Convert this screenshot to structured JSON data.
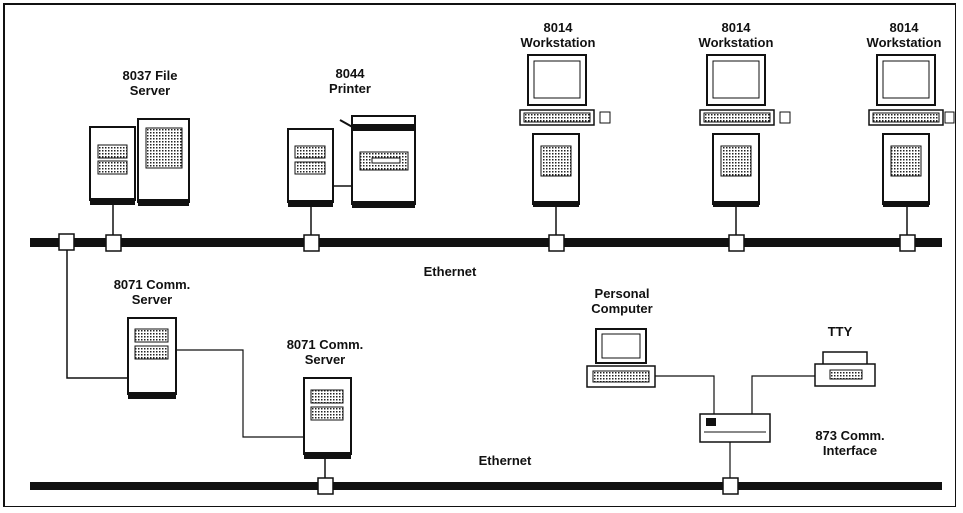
{
  "nodes": {
    "file_server": {
      "line1": "8037 File",
      "line2": "Server"
    },
    "printer": {
      "line1": "8044",
      "line2": "Printer"
    },
    "workstation_1": {
      "line1": "8014",
      "line2": "Workstation"
    },
    "workstation_2": {
      "line1": "8014",
      "line2": "Workstation"
    },
    "workstation_3": {
      "line1": "8014",
      "line2": "Workstation"
    },
    "comm_server_1": {
      "line1": "8071 Comm.",
      "line2": "Server"
    },
    "comm_server_2": {
      "line1": "8071 Comm.",
      "line2": "Server"
    },
    "personal_computer": {
      "line1": "Personal",
      "line2": "Computer"
    },
    "tty": {
      "line1": "TTY"
    },
    "comm_interface": {
      "line1": "873 Comm.",
      "line2": "Interface"
    }
  },
  "networks": {
    "top": "Ethernet",
    "bottom": "Ethernet"
  }
}
